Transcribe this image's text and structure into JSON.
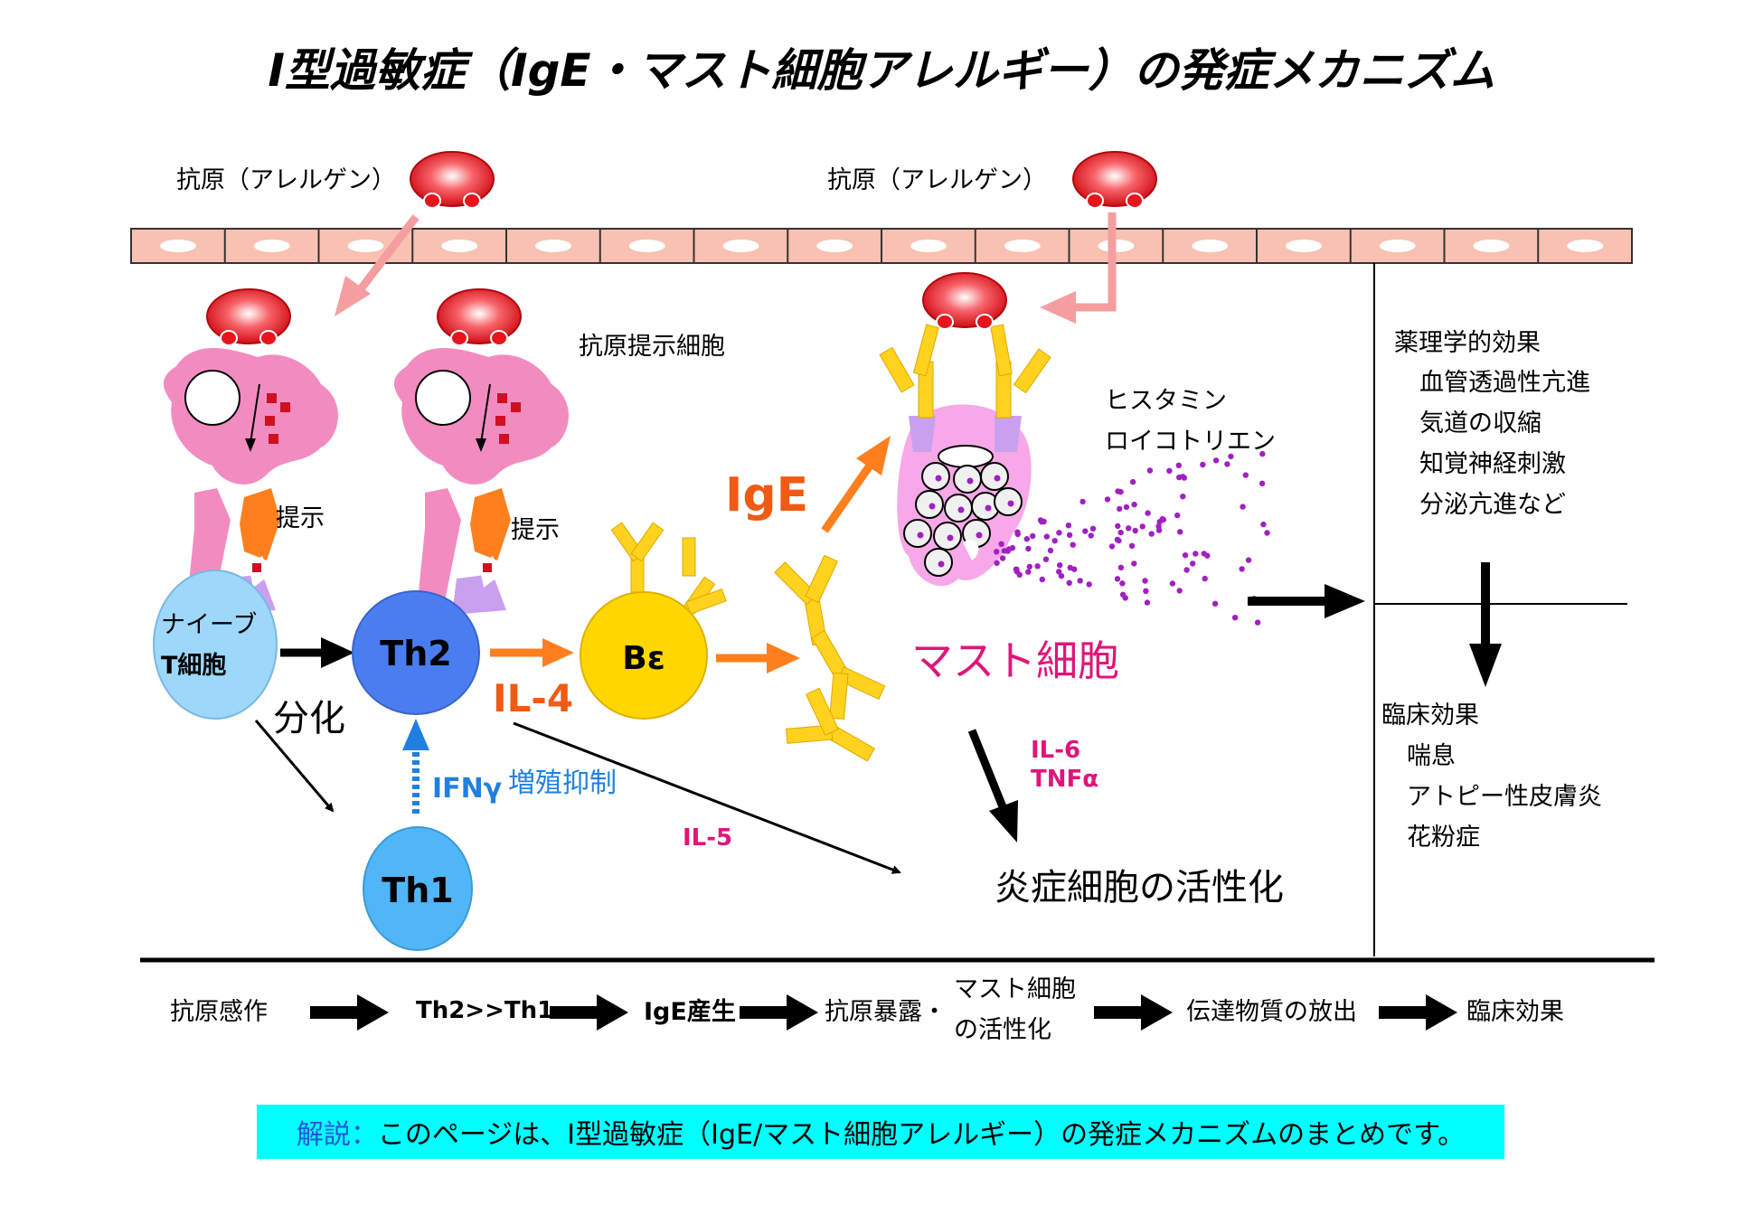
{
  "title": "Ⅰ型過敏症（IgE・マスト細胞アレルギー）の発症メカニズム",
  "antigen_label_1": "抗原（アレルゲン）",
  "antigen_label_2": "抗原（アレルゲン）",
  "apc_label": "抗原提示細胞",
  "present_label_1": "提示",
  "present_label_2": "提示",
  "naive_cell": {
    "line1": "ナイーブ",
    "line2": "T細胞"
  },
  "th2": "Th2",
  "th1": "Th1",
  "b_cell": "Bε",
  "differentiation": "分化",
  "il4": "IL-4",
  "ige": "IgE",
  "ifn": "IFNγ",
  "proliferation_inhibition": "増殖抑制",
  "il5": "IL-5",
  "mast_cell": "マスト細胞",
  "mediators": {
    "line1": "ヒスタミン",
    "line2": "ロイコトリエン"
  },
  "cytokines": {
    "line1": "IL-6",
    "line2": "TNFα"
  },
  "inflammation": "炎症細胞の活性化",
  "pharmacological": {
    "heading": "薬理学的効果",
    "items": [
      "血管透過性亢進",
      "気道の収縮",
      "知覚神経刺激",
      "分泌亢進など"
    ]
  },
  "clinical": {
    "heading": "臨床効果",
    "items": [
      "喘息",
      "アトピー性皮膚炎",
      "花粉症"
    ]
  },
  "flow": {
    "step1": "抗原感作",
    "step2": "Th2>>Th1",
    "step3": "IgE産生",
    "step4": "抗原暴露・",
    "step5_line1": "マスト細胞",
    "step5_line2": "の活性化",
    "step6": "伝達物質の放出",
    "step7": "臨床効果"
  },
  "note": {
    "lead": "解説：",
    "body": "このページは、Ⅰ型過敏症（IgE/マスト細胞アレルギー）の発症メカニズムのまとめです。"
  },
  "colors": {
    "epithelium": "#f9c1b2",
    "antigen": "#e8141c",
    "apc": "#f28cc0",
    "tcr": "#ff7f1e",
    "naive": "#9dd7fa",
    "th2": "#4a7df0",
    "th1": "#50b6f8",
    "b_cell": "#ffd700",
    "antibody": "#ffd21e",
    "orange_text": "#f05a14",
    "magenta": "#e0157a",
    "blue_text": "#2080e0",
    "purple_dots": "#a020c0",
    "note_bg": "#00ffff"
  }
}
